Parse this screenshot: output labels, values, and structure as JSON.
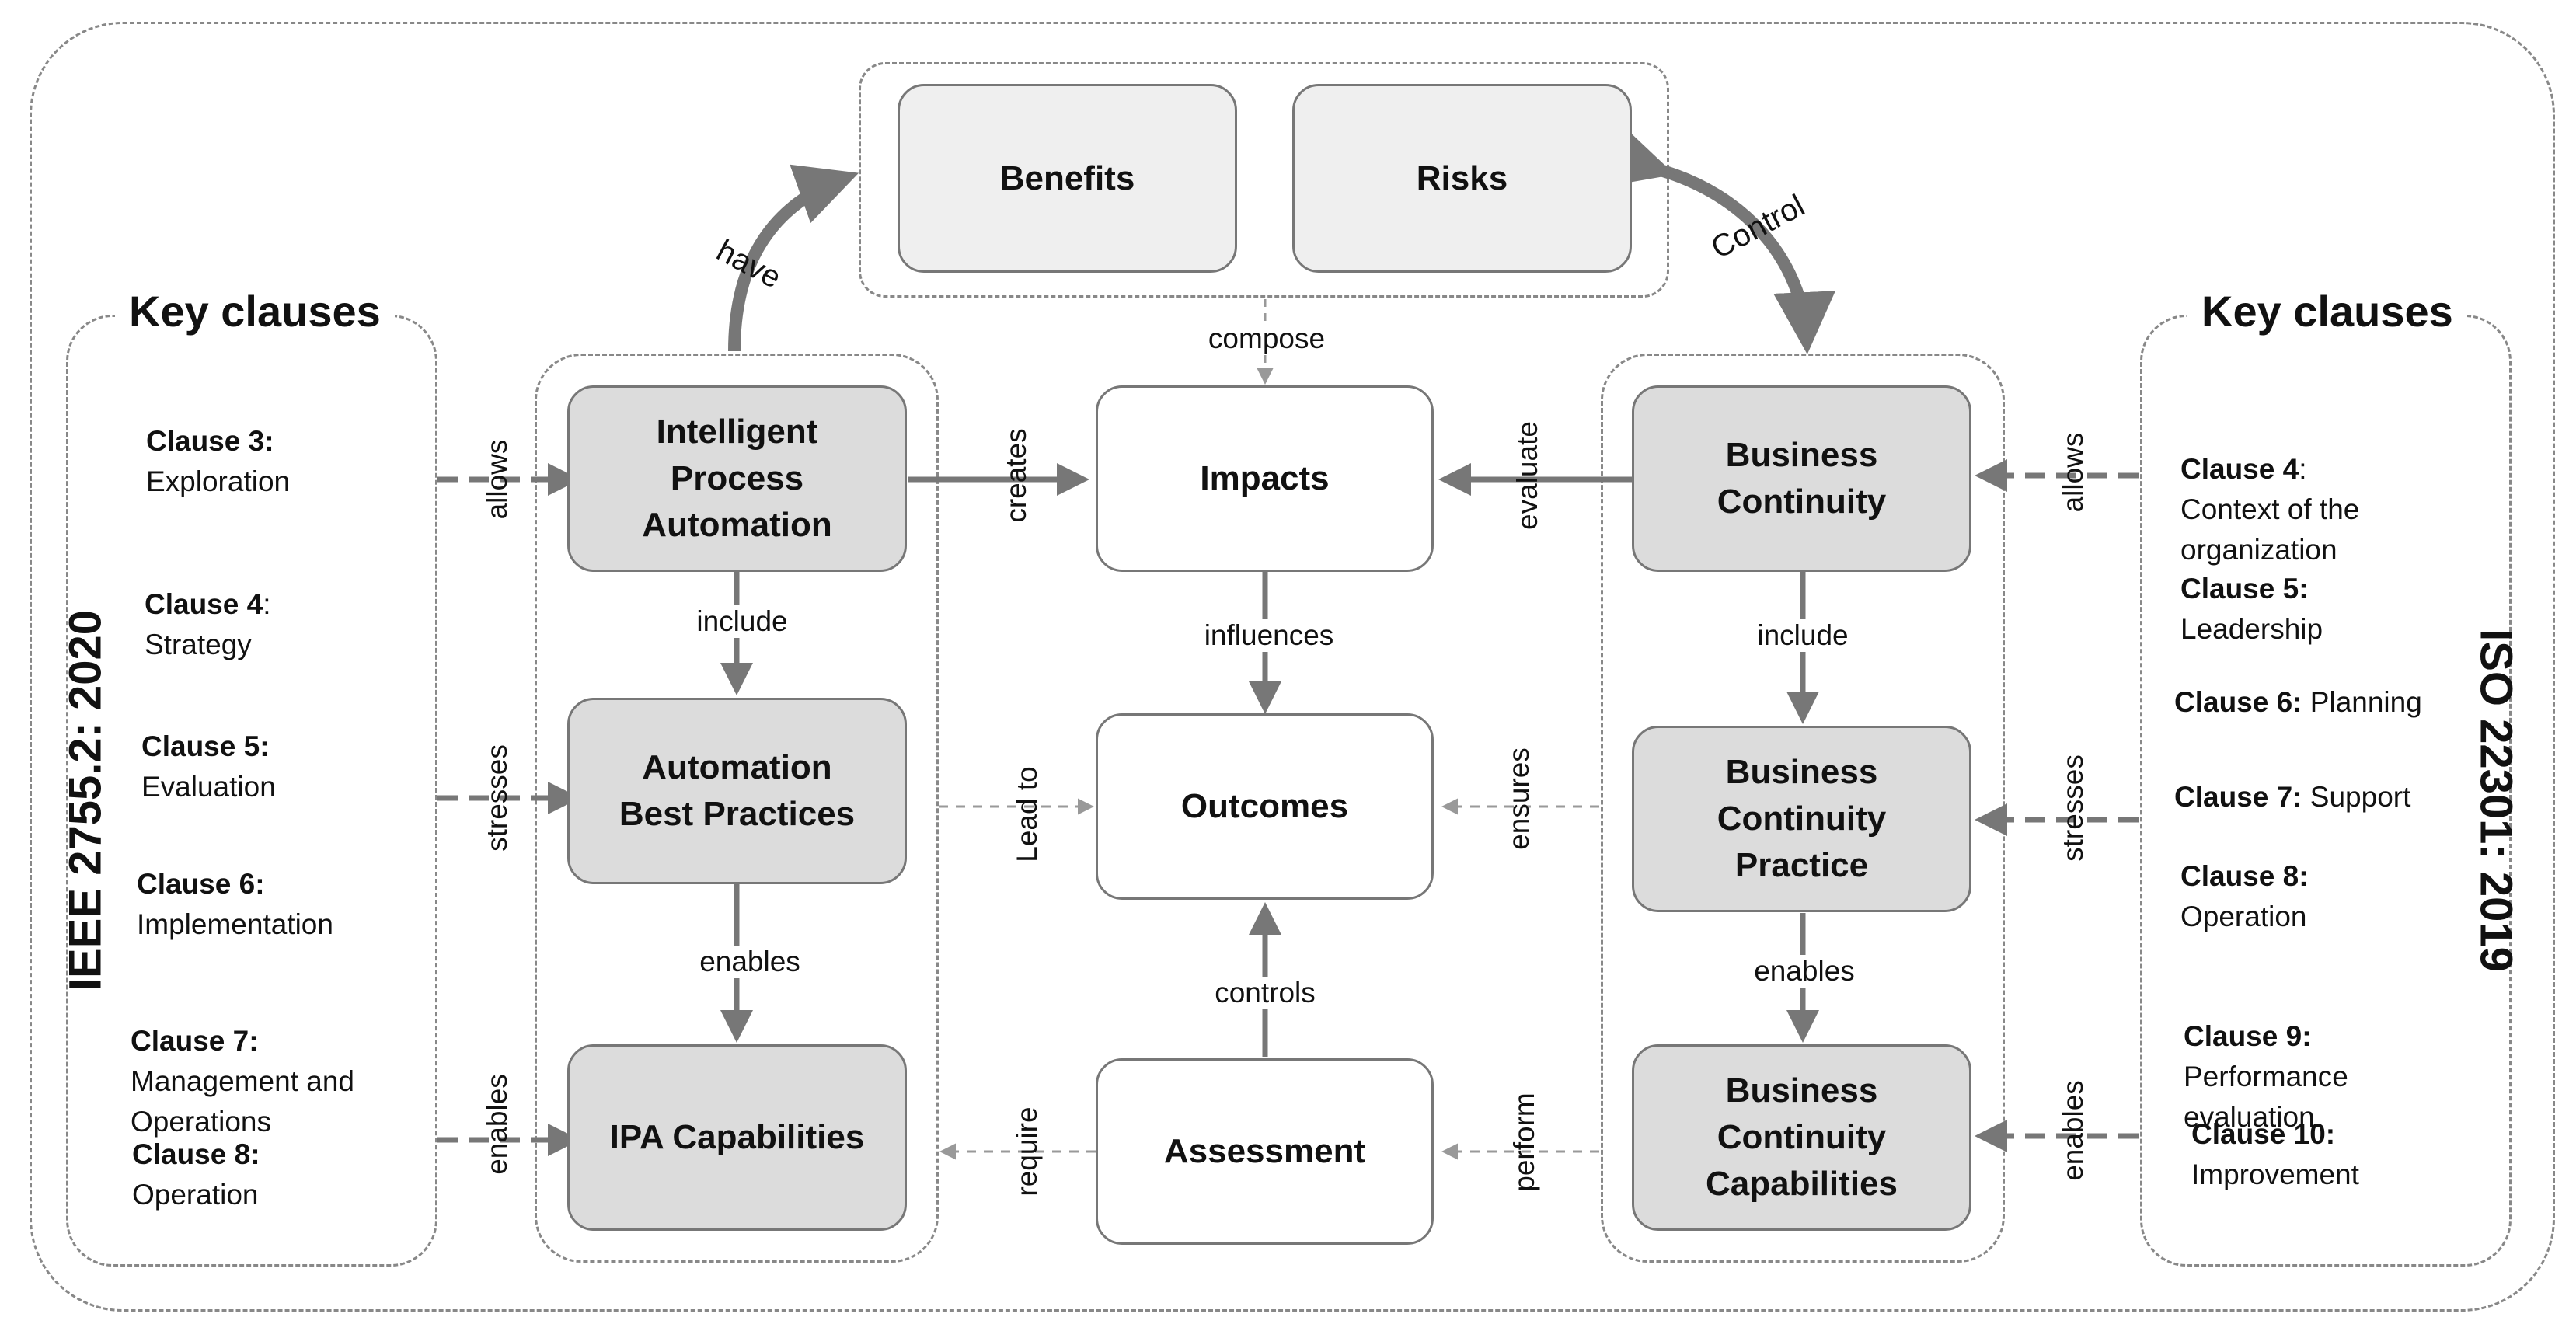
{
  "left_panel": {
    "title": "IEEE 2755.2: 2020",
    "heading": "Key clauses",
    "clauses": [
      {
        "name": "Clause 3:",
        "text": "Exploration"
      },
      {
        "name": "Clause 4",
        "suffix": ":",
        "text": "Strategy"
      },
      {
        "name": "Clause 5:",
        "text": "Evaluation"
      },
      {
        "name": "Clause 6:",
        "text": "Implementation"
      },
      {
        "name": "Clause 7:",
        "text": "Management and\nOperations"
      },
      {
        "name": "Clause 8:",
        "text": "Operation"
      }
    ],
    "links": [
      "allows",
      "stresses",
      "enables"
    ]
  },
  "right_panel": {
    "title": "ISO 22301: 2019",
    "heading": "Key clauses",
    "clauses": [
      {
        "name": "Clause 4",
        "suffix": ":",
        "text": "Context of the\norganization"
      },
      {
        "name": "Clause 5:",
        "text": "Leadership"
      },
      {
        "name": "Clause 6:",
        "inline": " Planning"
      },
      {
        "name": "Clause 7:",
        "inline": " Support"
      },
      {
        "name": "Clause 8:",
        "text": "Operation"
      },
      {
        "name": "Clause 9:",
        "text": "Performance\nevaluation"
      },
      {
        "name": "Clause 10:",
        "text": "Improvement"
      }
    ],
    "links": [
      "allows",
      "stresses",
      "enables"
    ]
  },
  "nodes": {
    "benefits": "Benefits",
    "risks": "Risks",
    "ipa": "Intelligent\nProcess\nAutomation",
    "abp": "Automation\nBest Practices",
    "ipacap": "IPA Capabilities",
    "impacts": "Impacts",
    "outcomes": "Outcomes",
    "assessment": "Assessment",
    "bc": "Business\nContinuity",
    "bcp": "Business\nContinuity\nPractice",
    "bcc": "Business\nContinuity\nCapabilities"
  },
  "edges": {
    "have": "have",
    "control": "Control",
    "compose": "compose",
    "creates": "creates",
    "evaluate": "evaluate",
    "include_left": "include",
    "include_right": "include",
    "influences": "influences",
    "lead_to": "Lead to",
    "ensures": "ensures",
    "enables_left": "enables",
    "enables_right": "enables",
    "controls": "controls",
    "require": "require",
    "perform": "perform"
  }
}
